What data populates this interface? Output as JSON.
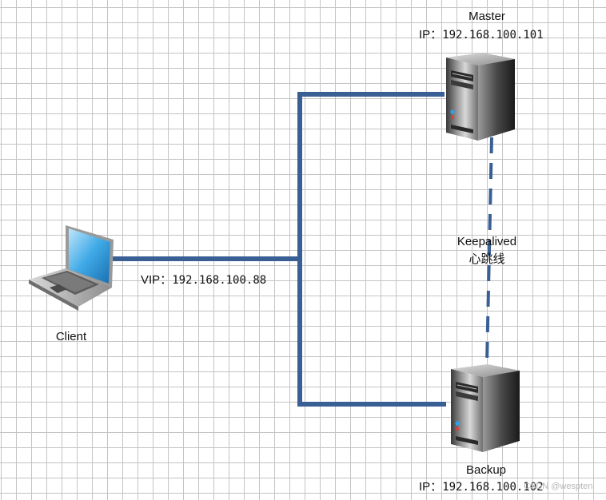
{
  "nodes": {
    "master": {
      "name": "Master",
      "ip_prefix": "IP：",
      "ip": "192.168.100.101"
    },
    "backup": {
      "name": "Backup",
      "ip_prefix": "IP：",
      "ip": "192.168.100.102"
    },
    "client": {
      "name": "Client"
    }
  },
  "vip": {
    "prefix": "VIP：",
    "address": "192.168.100.88"
  },
  "heartbeat": {
    "line1": "Keepalived",
    "line2": "心跳线"
  },
  "watermark": "CSDN @wespten",
  "colors": {
    "link": "#3a5f94",
    "grid": "#c4c4c4",
    "screen": "#3fa9e6"
  },
  "icons": [
    "laptop-icon",
    "server-icon"
  ]
}
